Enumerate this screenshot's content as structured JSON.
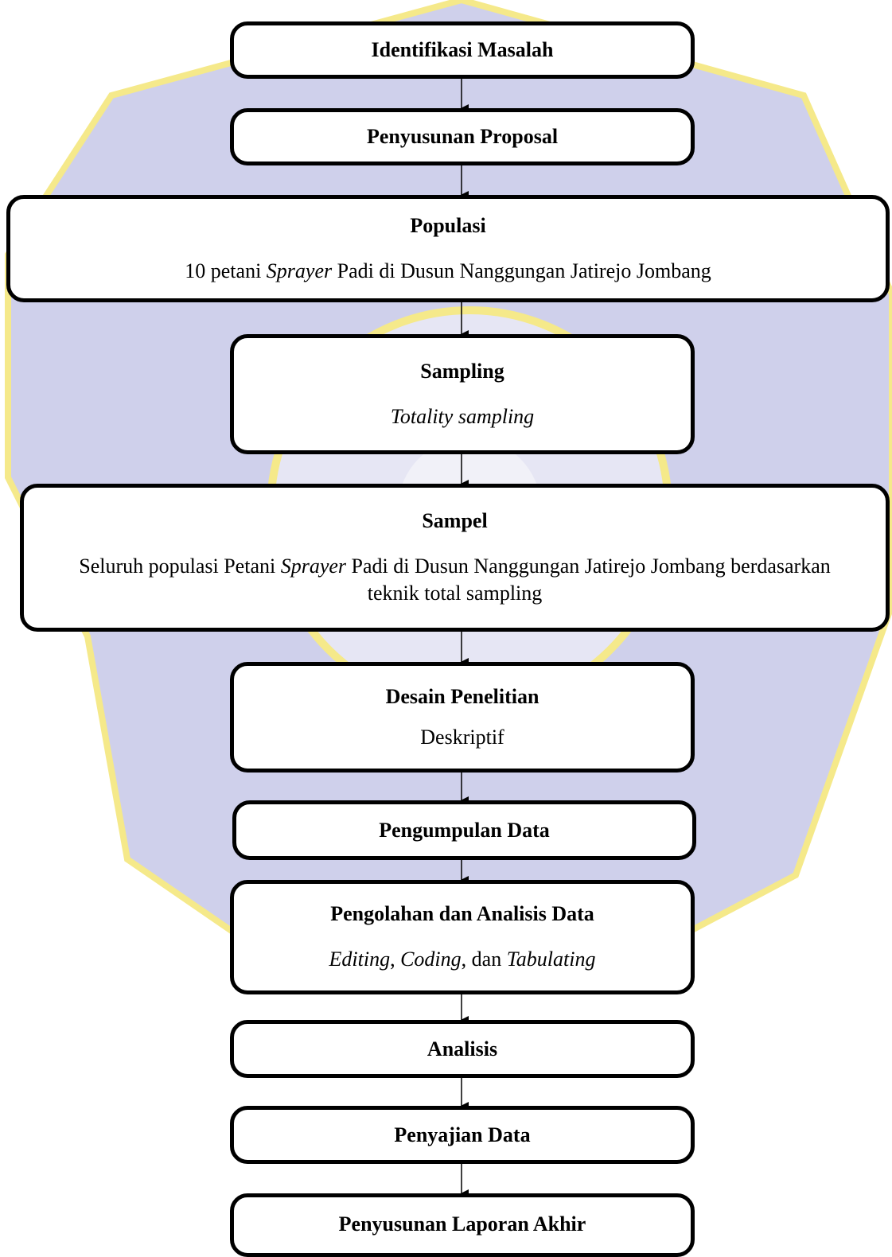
{
  "steps": [
    {
      "id": "identifikasi",
      "title": "Identifikasi Masalah"
    },
    {
      "id": "proposal",
      "title": "Penyusunan Proposal"
    },
    {
      "id": "populasi",
      "title": "Populasi",
      "desc": [
        {
          "t": "10 petani "
        },
        {
          "t": "Sprayer",
          "i": true
        },
        {
          "t": " Padi di Dusun Nanggungan Jatirejo Jombang"
        }
      ]
    },
    {
      "id": "sampling",
      "title": "Sampling",
      "desc": [
        {
          "t": "Totality sampling",
          "i": true
        }
      ]
    },
    {
      "id": "sampel",
      "title": "Sampel",
      "desc": [
        {
          "t": "Seluruh populasi Petani "
        },
        {
          "t": "Sprayer",
          "i": true
        },
        {
          "t": " Padi di Dusun Nanggungan Jatirejo Jombang berdasarkan teknik total sampling"
        }
      ]
    },
    {
      "id": "desain",
      "title": "Desain Penelitian",
      "desc": [
        {
          "t": "Deskriptif"
        }
      ]
    },
    {
      "id": "pengumpulan",
      "title": "Pengumpulan Data"
    },
    {
      "id": "pengolahan",
      "title": "Pengolahan dan Analisis Data",
      "desc": [
        {
          "t": "Editing",
          "i": true
        },
        {
          "t": ", "
        },
        {
          "t": "Coding",
          "i": true
        },
        {
          "t": ", dan "
        },
        {
          "t": "Tabulating",
          "i": true
        }
      ]
    },
    {
      "id": "analisis",
      "title": "Analisis"
    },
    {
      "id": "penyajian",
      "title": "Penyajian Data"
    },
    {
      "id": "laporan",
      "title": "Penyusunan Laporan Akhir"
    }
  ],
  "colors": {
    "watermark_fill": "#cfd0eb",
    "watermark_border": "#f5e98a",
    "box_border": "#000000"
  }
}
